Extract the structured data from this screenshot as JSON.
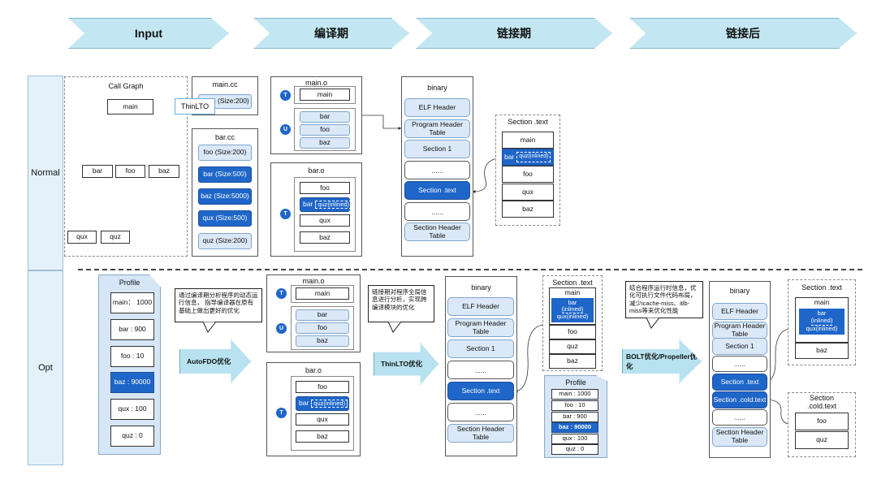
{
  "phases": [
    "Input",
    "编译期",
    "链接期",
    "链接后"
  ],
  "rows": {
    "normal": "Normal",
    "opt": "Opt"
  },
  "normal": {
    "callgraph": {
      "title": "Call Graph",
      "nodes": [
        "main",
        "bar",
        "foo",
        "baz",
        "qux",
        "quz"
      ]
    },
    "main_cc": {
      "title": "main.cc",
      "item": "main (Size:200)",
      "thinlto": "ThinLTO"
    },
    "bar_cc": {
      "title": "bar.cc",
      "items": [
        "foo (Size:200)",
        "bar (Size:500)",
        "baz (Size:5000)",
        "qux (Size:500)",
        "quz (Size:200)"
      ]
    },
    "main_o": {
      "title": "main.o",
      "t_item": "main",
      "u_items": [
        "bar",
        "foo",
        "baz"
      ]
    },
    "bar_o": {
      "title": "bar.o",
      "items": [
        "foo",
        "bar",
        "qux",
        "baz"
      ],
      "inlined": "quz(inlined)"
    },
    "binary": {
      "title": "binary",
      "items": [
        "ELF Header",
        "Program  Header Table",
        "Section 1",
        "......",
        "Section .text",
        "......",
        "Section Header Table"
      ]
    },
    "section_text": {
      "title": "Section .text",
      "items": [
        "main",
        "bar",
        "foo",
        "qux",
        "baz"
      ],
      "inlined": "quz(inlined)"
    }
  },
  "opt": {
    "profile": {
      "title": "Profile",
      "items": [
        "main： 1000",
        "bar : 900",
        "foo : 10",
        "baz : 90000",
        "qux : 100",
        "quz : 0"
      ]
    },
    "note1": "通过编译期分析程序的动态运行信息， 指导编译器在原有基础上做出更好的优化",
    "arrow1": "AutoFDO优化",
    "main_o": {
      "title": "main.o",
      "t_item": "main",
      "u_items": [
        "bar",
        "foo",
        "baz"
      ]
    },
    "bar_o": {
      "title": "bar.o",
      "items": [
        "foo",
        "bar",
        "qux",
        "baz"
      ],
      "inlined": "quz(inlined)"
    },
    "note2": "链接期对程序全局信息进行分析，实现跨编译模块的优化",
    "arrow2": "ThinLTO优化",
    "binary": {
      "title": "binary",
      "items": [
        "ELF Header",
        "Program  Header Table",
        "Section 1",
        "......",
        "Section .text",
        "......",
        "Section Header Table"
      ]
    },
    "section_text": {
      "title": "Section .text",
      "main": "main",
      "bar": "bar",
      "inl1": "(inlined)",
      "inl2": "qux(inlined)",
      "items": [
        "foo",
        "quz",
        "baz"
      ]
    },
    "profile2": {
      "title": "Profile",
      "items": [
        "main : 1000",
        "foo : 10",
        "bar : 900",
        "baz : 90000",
        "qux : 100",
        "quz : 0"
      ]
    },
    "note3": "结合程序运行时信息，优化可执行文件代码布局，减少icache-miss、itlb-miss等来优化性能",
    "arrow3": "BOLT优化/Propeller优化",
    "binary2": {
      "title": "binary",
      "items": [
        "ELF Header",
        "Program  Header Table",
        "Section 1",
        "......",
        "Section .text",
        "Section .cold.text",
        "......",
        "Section Header Table"
      ]
    },
    "section_text2": {
      "title": "Section .text",
      "main": "main",
      "bar": "bar",
      "inl1": "(inlined)",
      "inl2": "qux(inlined)",
      "item": "baz"
    },
    "section_cold": {
      "title": "Section .cold.text",
      "items": [
        "foo",
        "quz"
      ]
    }
  },
  "colors": {
    "chevron": "#c3e7f2",
    "light_box": "#dbe8f7",
    "dark_box": "#1f66c9"
  }
}
